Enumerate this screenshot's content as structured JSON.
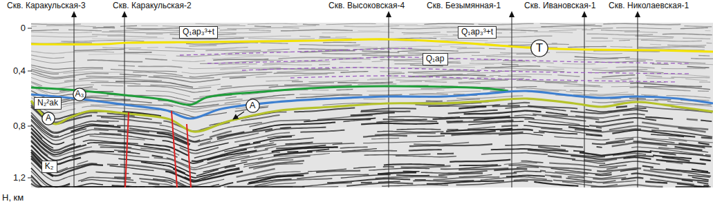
{
  "diagram": {
    "nodes": [
      {
        "text": [
          "Q₁ap₃³+t"
        ]
      },
      {
        "text": [
          "Q₁ap₃³+t"
        ]
      },
      {
        "text": [
          "T"
        ]
      },
      {
        "text": [
          "Q₁ap"
        ]
      },
      {
        "text": [
          "A₃"
        ]
      },
      {
        "text": [
          "A"
        ]
      },
      {
        "text": [
          "N₂²ak"
        ]
      },
      {
        "text": [
          "A"
        ]
      },
      {
        "text": [
          "K₂"
        ]
      }
    ],
    "labels": [
      "Скв. Каракульская-3",
      "Скв. Каракульская-2",
      "Скв. Высоковская-4",
      "Скв. Безымянная-1",
      "Скв. Ивановская-1",
      "Скв. Николаевская-1",
      "0",
      "0,4",
      "0,8",
      "1,2",
      "H, км"
    ]
  }
}
